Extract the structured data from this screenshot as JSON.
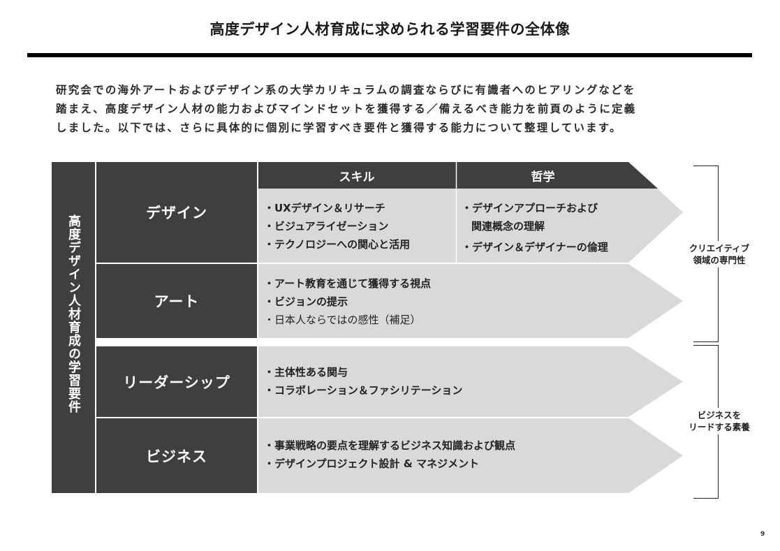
{
  "header": {
    "title": "高度デザイン人材育成に求められる学習要件の全体像"
  },
  "intro": {
    "lines": [
      "研究会での海外アートおよびデザイン系の大学カリキュラムの調査ならびに有識者へのヒアリングなどを",
      "踏まえ、高度デザイン人材の能力およびマインドセットを獲得する／備えるべき能力を前頁のように定義",
      "しました。以下では、さらに具体的に個別に学習すべき要件と獲得する能力について整理しています。"
    ]
  },
  "diagram": {
    "side_label": "高度デザイン人材育成の学習要件",
    "colors": {
      "dark": "#3f3f3f",
      "light": "#d9d9d9",
      "text": "#222222"
    },
    "column_headers": {
      "skill": "スキル",
      "philosophy": "哲学"
    },
    "rows": [
      {
        "category": "デザイン",
        "skill_items": [
          "・UXデザイン＆リサーチ",
          "・ビジュアライゼーション",
          "・テクノロジーへの関心と活用"
        ],
        "philosophy_items": [
          {
            "text": "・デザインアプローチおよび",
            "cont": "関連概念の理解"
          },
          {
            "text": "・デザイン＆デザイナーの倫理"
          }
        ]
      },
      {
        "category": "アート",
        "items": [
          "・アート教育を通じて獲得する視点",
          "・ビジョンの提示",
          "・日本人ならではの感性（補足）"
        ]
      },
      {
        "category": "リーダーシップ",
        "items": [
          "・主体性ある関与",
          "・コラボレーション＆ファシリテーション"
        ]
      },
      {
        "category": "ビジネス",
        "items": [
          "・事業戦略の要点を理解するビジネス知識および観点",
          "・デザインプロジェクト設計 & マネジメント"
        ]
      }
    ],
    "groups": [
      {
        "label_line1": "クリエイティブ",
        "label_line2": "領域の専門性"
      },
      {
        "label_line1": "ビジネスを",
        "label_line2": "リードする素養"
      }
    ]
  },
  "footer": {
    "page_number": "9"
  }
}
